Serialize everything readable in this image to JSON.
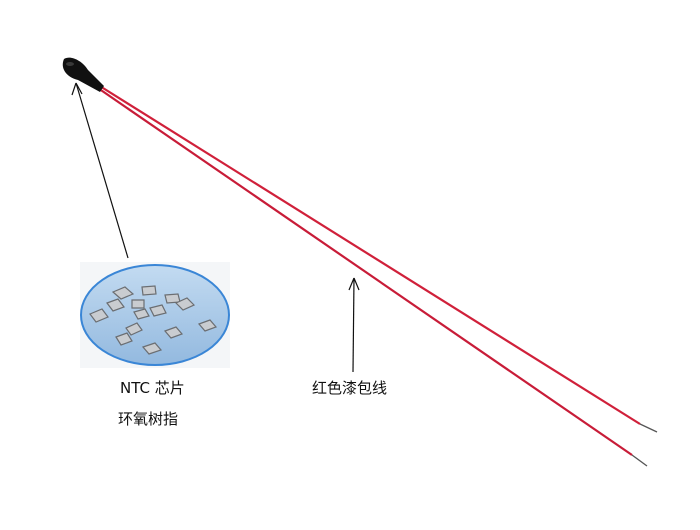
{
  "labels": {
    "chip": "NTC 芯片",
    "epoxy": "环氧树指",
    "wire": "红色漆包线"
  },
  "colors": {
    "wire": "#d0203a",
    "head": "#111111",
    "ellipse_fill": "#a9cbe8",
    "ellipse_border": "#3a86d6",
    "chip": "#c9ccd0"
  }
}
